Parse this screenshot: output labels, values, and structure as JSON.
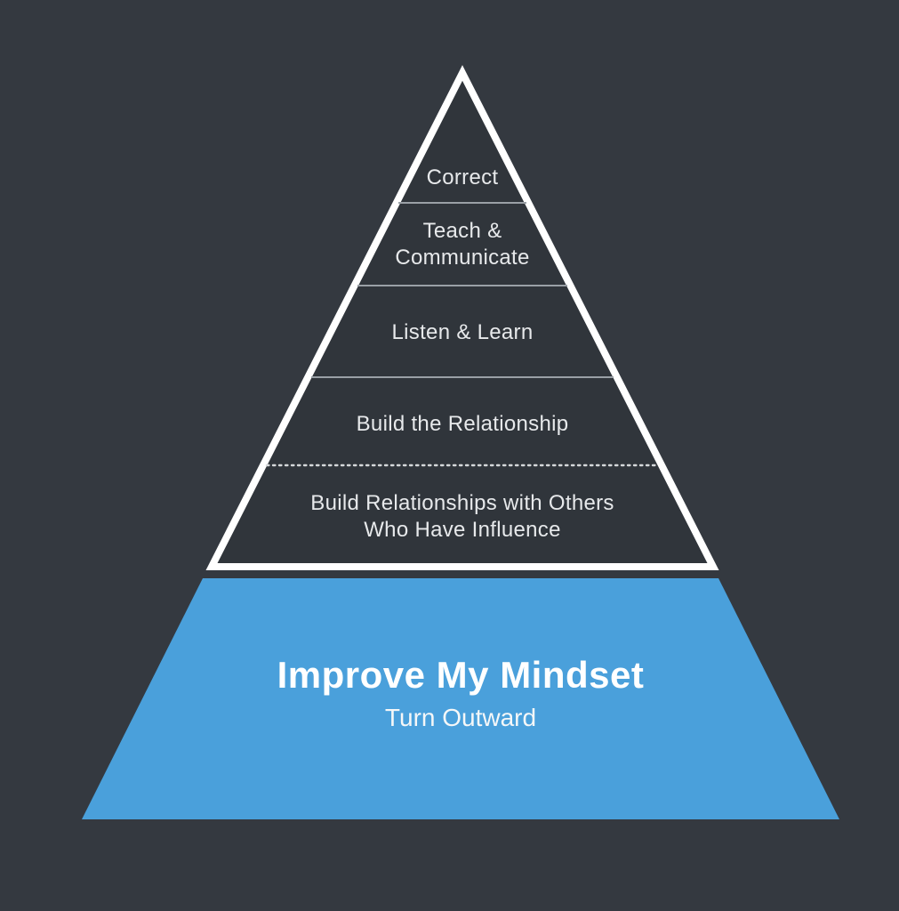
{
  "diagram": {
    "type": "pyramid-infographic",
    "background_color": "#343940",
    "pyramid": {
      "fill_color": "#30353B",
      "border_color": "#FFFFFF",
      "divider_color": "#9AA0A6",
      "dotted_divider_color": "#D5D8DA",
      "text_color": "#E7E9EB",
      "tiers": [
        {
          "label": "Correct"
        },
        {
          "label": "Teach &\nCommunicate"
        },
        {
          "label": "Listen & Learn"
        },
        {
          "label": "Build the Relationship"
        },
        {
          "label": "Build Relationships with Others\nWho Have Influence"
        }
      ]
    },
    "base": {
      "fill_color": "#4AA0DB",
      "title": "Improve My Mindset",
      "subtitle": "Turn Outward",
      "text_color": "#FFFFFF"
    }
  }
}
